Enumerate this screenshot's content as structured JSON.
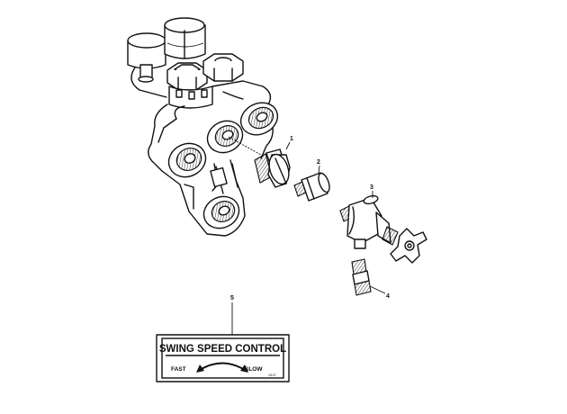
{
  "callouts": [
    "1",
    "2",
    "3",
    "4",
    "5"
  ],
  "plate": {
    "title": "SWING SPEED CONTROL",
    "left_word": "FAST",
    "right_word": "SLOW",
    "code": "18-57"
  }
}
